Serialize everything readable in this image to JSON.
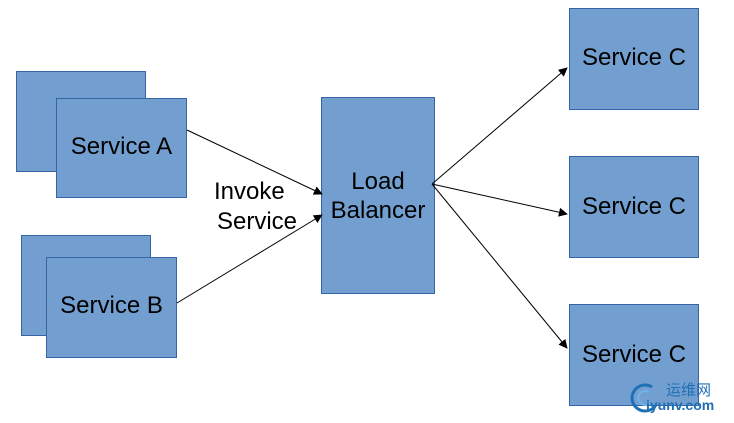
{
  "diagram": {
    "service_a": {
      "label": "Service A"
    },
    "service_b": {
      "label": "Service B"
    },
    "invoke": {
      "line1": "Invoke",
      "line2": "Service"
    },
    "load_balancer": {
      "line1": "Load",
      "line2": "Balancer"
    },
    "service_c": [
      {
        "label": "Service C"
      },
      {
        "label": "Service C"
      },
      {
        "label": "Service C"
      }
    ]
  },
  "colors": {
    "box_fill": "#729fcf",
    "box_border": "#3465a4",
    "arrow": "#000000"
  },
  "watermark": {
    "chinese": "运维网",
    "domain": "iyunv.com"
  }
}
